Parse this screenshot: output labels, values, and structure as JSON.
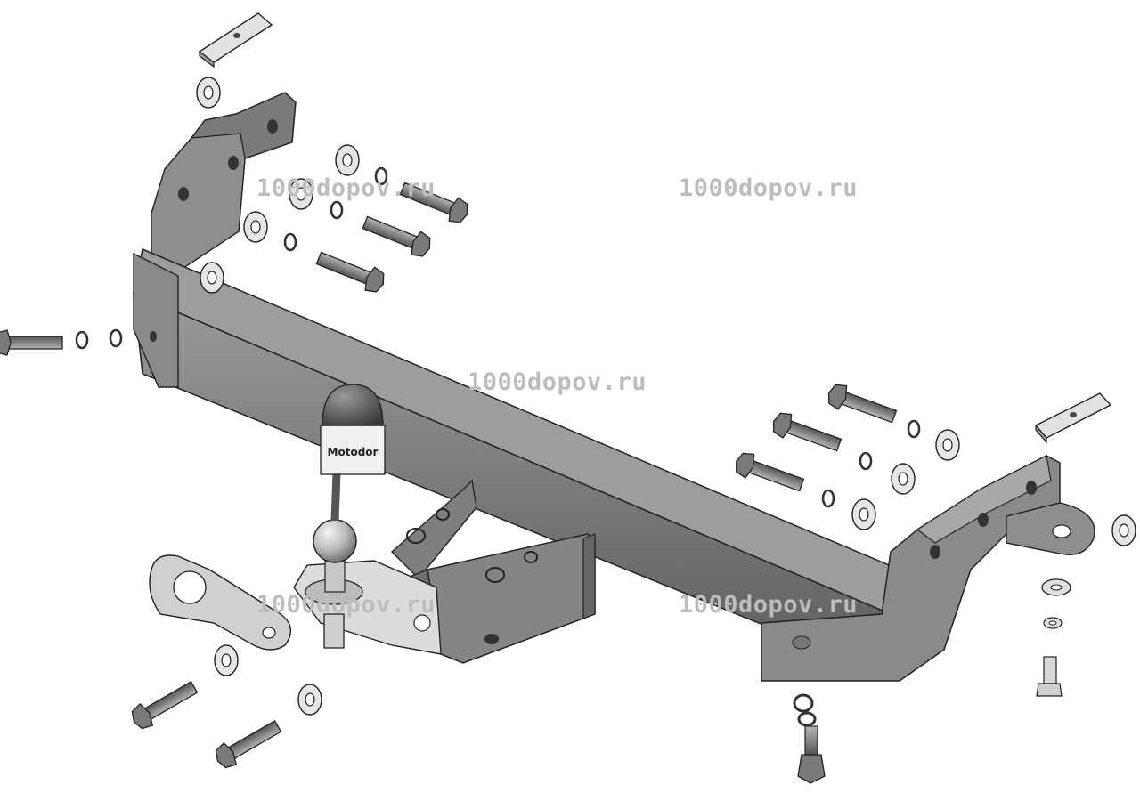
{
  "diagram": {
    "kind": "exploded-assembly",
    "cover_label": "Motodor",
    "watermarks": [
      "1000dopov.ru",
      "1000dopov.ru",
      "1000dopov.ru",
      "1000dopov.ru",
      "1000dopov.ru"
    ]
  },
  "colors": {
    "part_dark": "#6b6b6b",
    "part_mid": "#8e8e8e",
    "part_light": "#c6c6c6",
    "part_highlight": "#e6e6e6",
    "outline": "#222222",
    "watermark": "#bdbdbd"
  }
}
